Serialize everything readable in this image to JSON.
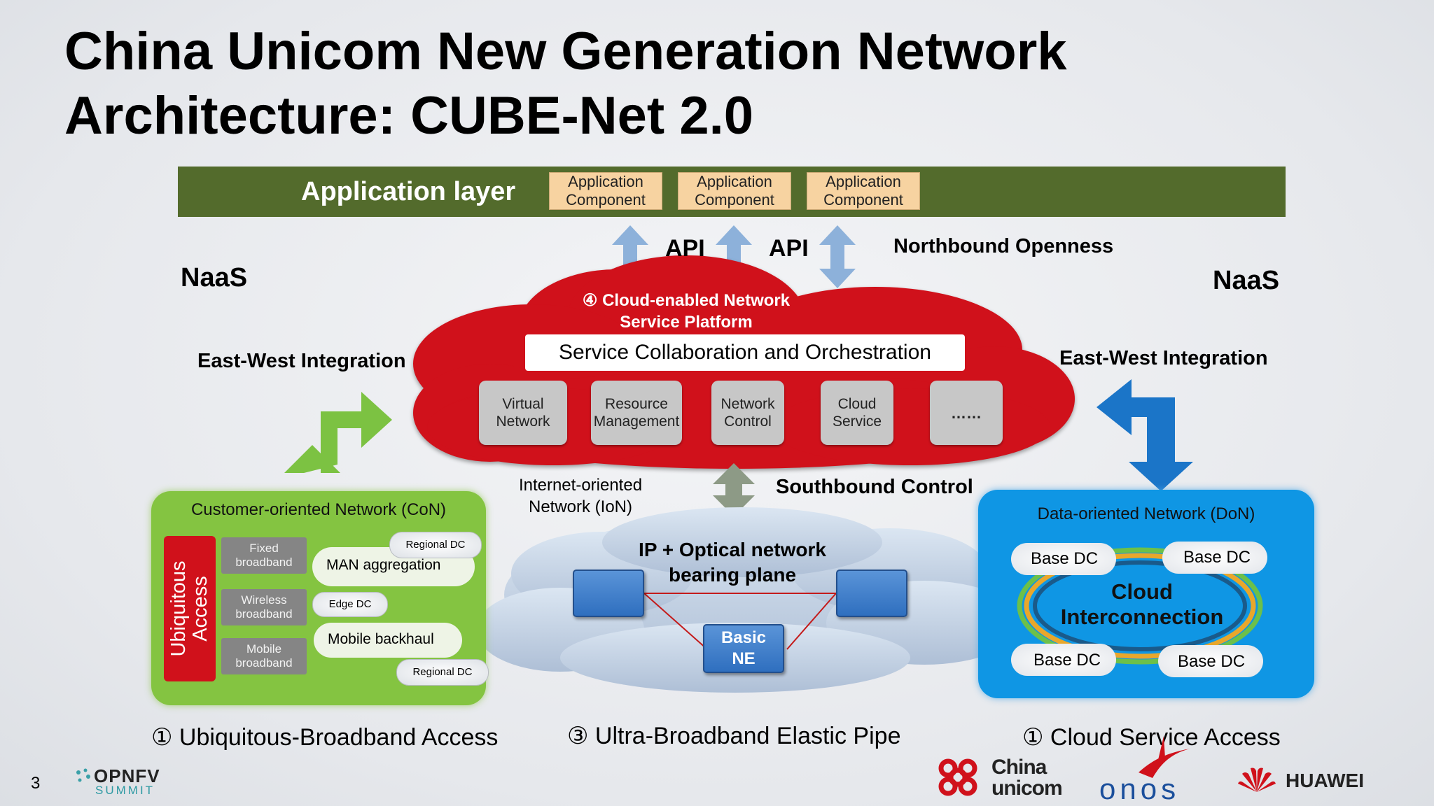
{
  "slide": {
    "title_line1": "China Unicom New Generation Network",
    "title_line2": "Architecture: CUBE-Net 2.0",
    "page_number": "3"
  },
  "app_layer": {
    "label": "Application layer",
    "components": [
      "Application Component",
      "Application Component",
      "Application Component"
    ]
  },
  "api": [
    "API",
    "API"
  ],
  "northbound": "Northbound Openness",
  "naas_left": "NaaS",
  "naas_right": "NaaS",
  "east_west_left": "East-West Integration",
  "east_west_right": "East-West Integration",
  "platform": {
    "title_line1": "④ Cloud-enabled Network",
    "title_line2": "Service Platform",
    "orchestration": "Service Collaboration and Orchestration",
    "boxes": [
      "Virtual Network",
      "Resource Management",
      "Network Control",
      "Cloud Service",
      "……"
    ]
  },
  "southbound": "Southbound Control",
  "ion": {
    "line1": "Internet-oriented",
    "line2": "Network (IoN)"
  },
  "pipe": {
    "line1": "IP + Optical network",
    "line2": "bearing plane",
    "basic_ne_1": "Basic",
    "basic_ne_2": "NE"
  },
  "con": {
    "title": "Customer-oriented Network (CoN)",
    "ubiquitous_1": "Ubiquitous",
    "ubiquitous_2": "Access",
    "fixed_1": "Fixed",
    "fixed_2": "broadband",
    "wireless_1": "Wireless",
    "wireless_2": "broadband",
    "mobile_1": "Mobile",
    "mobile_2": "broadband",
    "man": "MAN aggregation",
    "mobile_backhaul": "Mobile backhaul",
    "regional_dc_top": "Regional DC",
    "edge_dc": "Edge DC",
    "regional_dc_bottom": "Regional DC"
  },
  "don": {
    "title": "Data-oriented Network (DoN)",
    "base_dc": [
      "Base DC",
      "Base DC",
      "Base DC",
      "Base DC"
    ],
    "cloud_1": "Cloud",
    "cloud_2": "Interconnection"
  },
  "captions": {
    "left": "① Ubiquitous-Broadband Access",
    "center": "③ Ultra-Broadband Elastic Pipe",
    "right": "① Cloud Service Access"
  },
  "logos": {
    "opnfv_1": "OPNFV",
    "opnfv_2": "SUMMIT",
    "china": "China",
    "unicom": "unicom",
    "onos": "onos",
    "huawei": "HUAWEI"
  },
  "colors": {
    "app_layer": "#536b2c",
    "app_component": "#f7d3a1",
    "platform_cloud": "#d0111b",
    "con_green": "#84c441",
    "don_blue": "#0f96e4",
    "green_arrow": "#7cc242",
    "blue_arrow": "#1b75c8"
  }
}
